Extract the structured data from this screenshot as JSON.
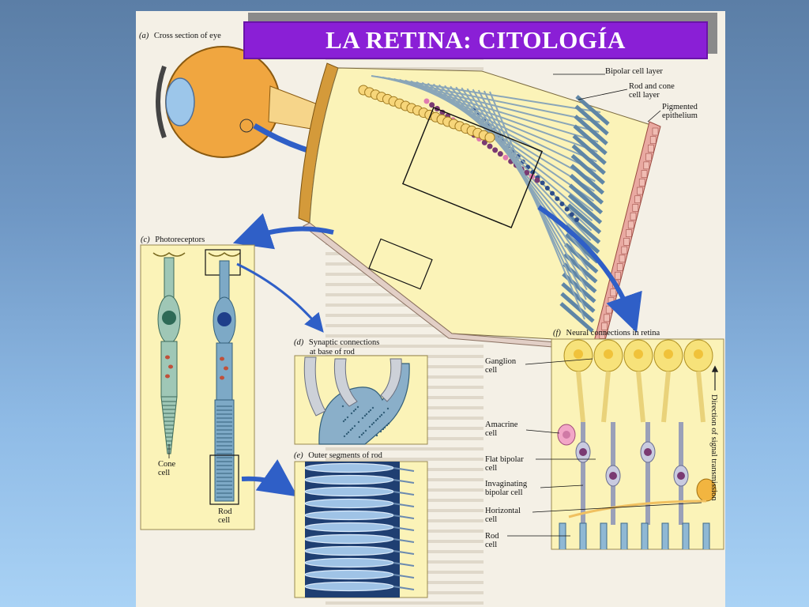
{
  "slide": {
    "title": "LA RETINA: CITOLOGÍA"
  },
  "panel_a": {
    "caption_letter": "(a)",
    "caption": "Cross section of eye"
  },
  "panel_b": {
    "labels": {
      "bipolar": "Bipolar cell layer",
      "rodcone_1": "Rod and cone",
      "rodcone_2": "cell layer",
      "pigment_1": "Pigmented",
      "pigment_2": "epithelium"
    }
  },
  "panel_c": {
    "caption_letter": "(c)",
    "caption": "Photoreceptors",
    "cone_1": "Cone",
    "cone_2": "cell",
    "rod_1": "Rod",
    "rod_2": "cell"
  },
  "panel_d": {
    "caption_letter": "(d)",
    "caption_1": "Synaptic connections",
    "caption_2": "at base of rod"
  },
  "panel_e": {
    "caption_letter": "(e)",
    "caption": "Outer segments of rod"
  },
  "panel_f": {
    "caption_letter": "(f)",
    "caption": "Neural connections in retina",
    "direction": "Direction of signal transmission",
    "labels": {
      "ganglion_1": "Ganglion",
      "ganglion_2": "cell",
      "amacrine_1": "Amacrine",
      "amacrine_2": "cell",
      "flat_1": "Flat bipolar",
      "flat_2": "cell",
      "invag_1": "Invaginating",
      "invag_2": "bipolar cell",
      "horiz_1": "Horizontal",
      "horiz_2": "cell",
      "rod_1": "Rod",
      "rod_2": "cell"
    }
  },
  "colors": {
    "background_top": "#5b7ea6",
    "background_bottom": "#a9d2f5",
    "banner": "#8a1fd6",
    "page": "#f4f0e6",
    "panel_yellow": "#fbf3b8",
    "arrow_blue": "#2f5fc7",
    "rod_blue": "#7da9c6",
    "cone_green": "#9fc7b6",
    "ganglion_yellow": "#f7e27a",
    "pigment_pink": "#e9a9a1",
    "amacrine_pink": "#f2a6c7",
    "horizontal_orange": "#f2b540",
    "nucleus_purple": "#7a3a72"
  }
}
